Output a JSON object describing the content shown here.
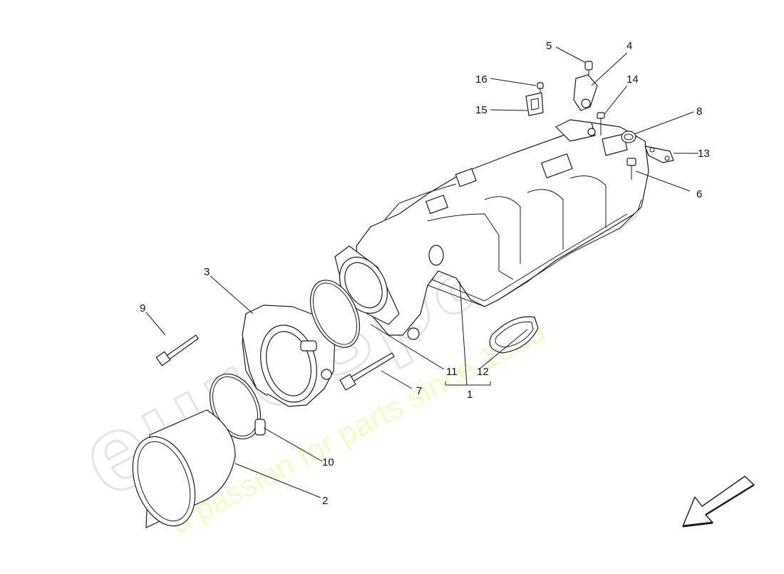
{
  "watermark": {
    "brand": "eurospares",
    "tagline": "a passion for parts since 1985"
  },
  "callouts": [
    {
      "id": "1",
      "label": "1"
    },
    {
      "id": "2",
      "label": "2"
    },
    {
      "id": "3",
      "label": "3"
    },
    {
      "id": "4",
      "label": "4"
    },
    {
      "id": "5",
      "label": "5"
    },
    {
      "id": "6",
      "label": "6"
    },
    {
      "id": "7",
      "label": "7"
    },
    {
      "id": "8",
      "label": "8"
    },
    {
      "id": "9",
      "label": "9"
    },
    {
      "id": "10",
      "label": "10"
    },
    {
      "id": "11",
      "label": "11"
    },
    {
      "id": "12",
      "label": "12"
    },
    {
      "id": "13",
      "label": "13"
    },
    {
      "id": "14",
      "label": "14"
    },
    {
      "id": "15",
      "label": "15"
    },
    {
      "id": "16",
      "label": "16"
    }
  ],
  "icons": {
    "direction_arrow": "front-direction-arrow-icon"
  }
}
